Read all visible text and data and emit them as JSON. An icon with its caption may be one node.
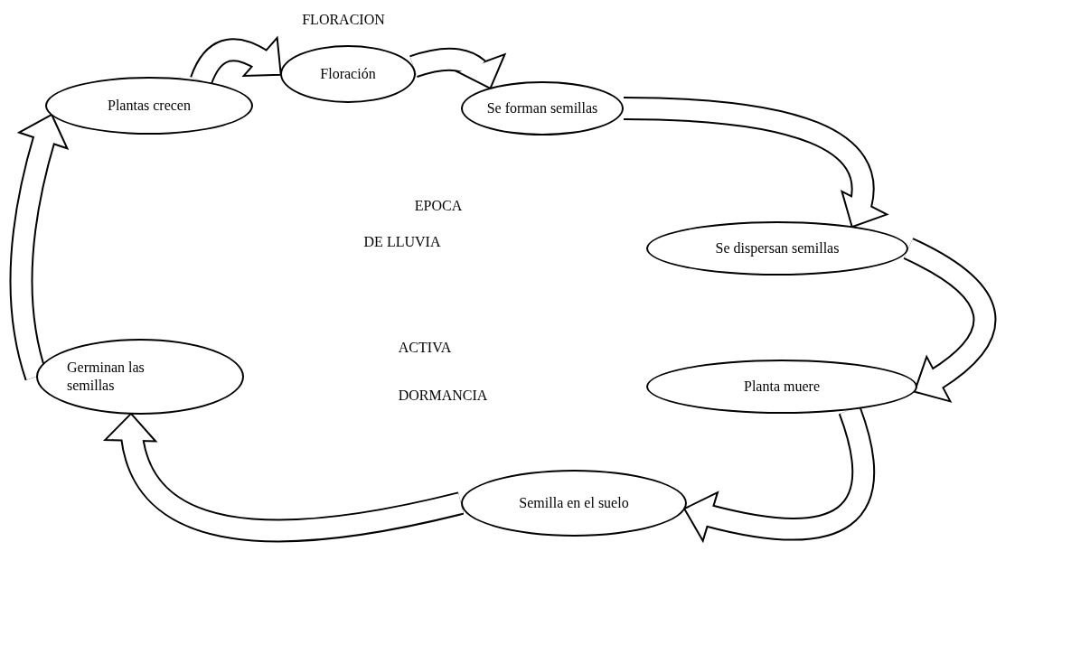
{
  "diagram": {
    "nodes": [
      {
        "text": [
          "Floración"
        ]
      },
      {
        "text": [
          "Se forman semillas"
        ]
      },
      {
        "text": [
          "Plantas crecen"
        ]
      },
      {
        "text": [
          "Se dispersan semillas"
        ]
      },
      {
        "text": [
          "Planta muere"
        ]
      },
      {
        "text": [
          "Germinan las semillas"
        ]
      },
      {
        "text": [
          "Semilla en el suelo"
        ]
      }
    ],
    "edges": [
      {
        "from": 2,
        "to": 0,
        "arrow": "to"
      },
      {
        "from": 0,
        "to": 1,
        "arrow": "to"
      },
      {
        "from": 1,
        "to": 3,
        "arrow": "to"
      },
      {
        "from": 3,
        "to": 4,
        "arrow": "to"
      },
      {
        "from": 4,
        "to": 6,
        "arrow": "to"
      },
      {
        "from": 6,
        "to": 5,
        "arrow": "to"
      },
      {
        "from": 5,
        "to": 2,
        "arrow": "to"
      }
    ],
    "labels": [
      "FLORACION",
      "EPOCA",
      "DE LLUVIA",
      "ACTIVA",
      "DORMANCIA"
    ]
  }
}
